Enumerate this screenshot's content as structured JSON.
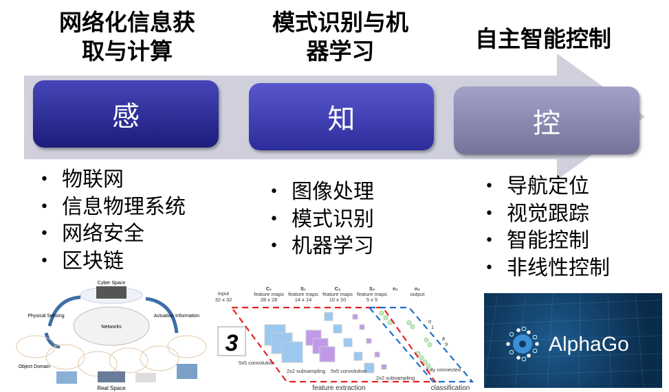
{
  "columns": [
    {
      "heading": "网络化信息获取与计算",
      "heading_lines": [
        "网络化信息获",
        "取与计算"
      ],
      "box": "感",
      "items": [
        "物联网",
        "信息物理系统",
        "网络安全",
        "区块链"
      ]
    },
    {
      "heading": "模式识别与机器学习",
      "heading_lines": [
        "模式识别与机",
        "器学习"
      ],
      "box": "知",
      "items": [
        "图像处理",
        "模式识别",
        "机器学习"
      ]
    },
    {
      "heading": "自主智能控制",
      "heading_lines": [
        "自主智能控制"
      ],
      "box": "控",
      "items": [
        "导航定位",
        "视觉跟踪",
        "智能控制",
        "非线性控制"
      ]
    }
  ],
  "colors": {
    "arrow": "#cfd0dc",
    "box1": "#2a2a94",
    "box2": "#3d3db4",
    "box3": "#8c8cb0"
  },
  "cps_figure": {
    "cyber_space": "Cyber Space",
    "networks": "Networks",
    "physical_sensing": "Physical Sensing",
    "actuation_information": "Actuation Information",
    "object_domain": "Object Domain",
    "real_space": "Real Space"
  },
  "cnn_figure": {
    "input": "input",
    "input_size": "32 x 32",
    "c1": "C₁",
    "c1_label": "feature maps",
    "c1_size": "28 x 28",
    "s1": "S₁",
    "s1_label": "feature maps",
    "s1_size": "14 x 14",
    "c2": "C₂",
    "c2_label": "feature maps",
    "c2_size": "10 x 10",
    "s2": "S₂",
    "s2_label": "feature maps",
    "s2_size": "5 x 5",
    "n1": "n₁",
    "n2": "n₂",
    "output": "output",
    "conv1": "5x5 convolution",
    "sub1": "2x2 subsampling",
    "conv2": "5x5 convolution",
    "sub2": "2x2 subsampling",
    "fc": "fully connected",
    "digit": "3",
    "outputs": [
      "0",
      "1",
      "8",
      "9"
    ],
    "feature_extraction": "feature extraction",
    "classification": "classification"
  },
  "alphago": {
    "logo_text": "AlphaGo"
  }
}
